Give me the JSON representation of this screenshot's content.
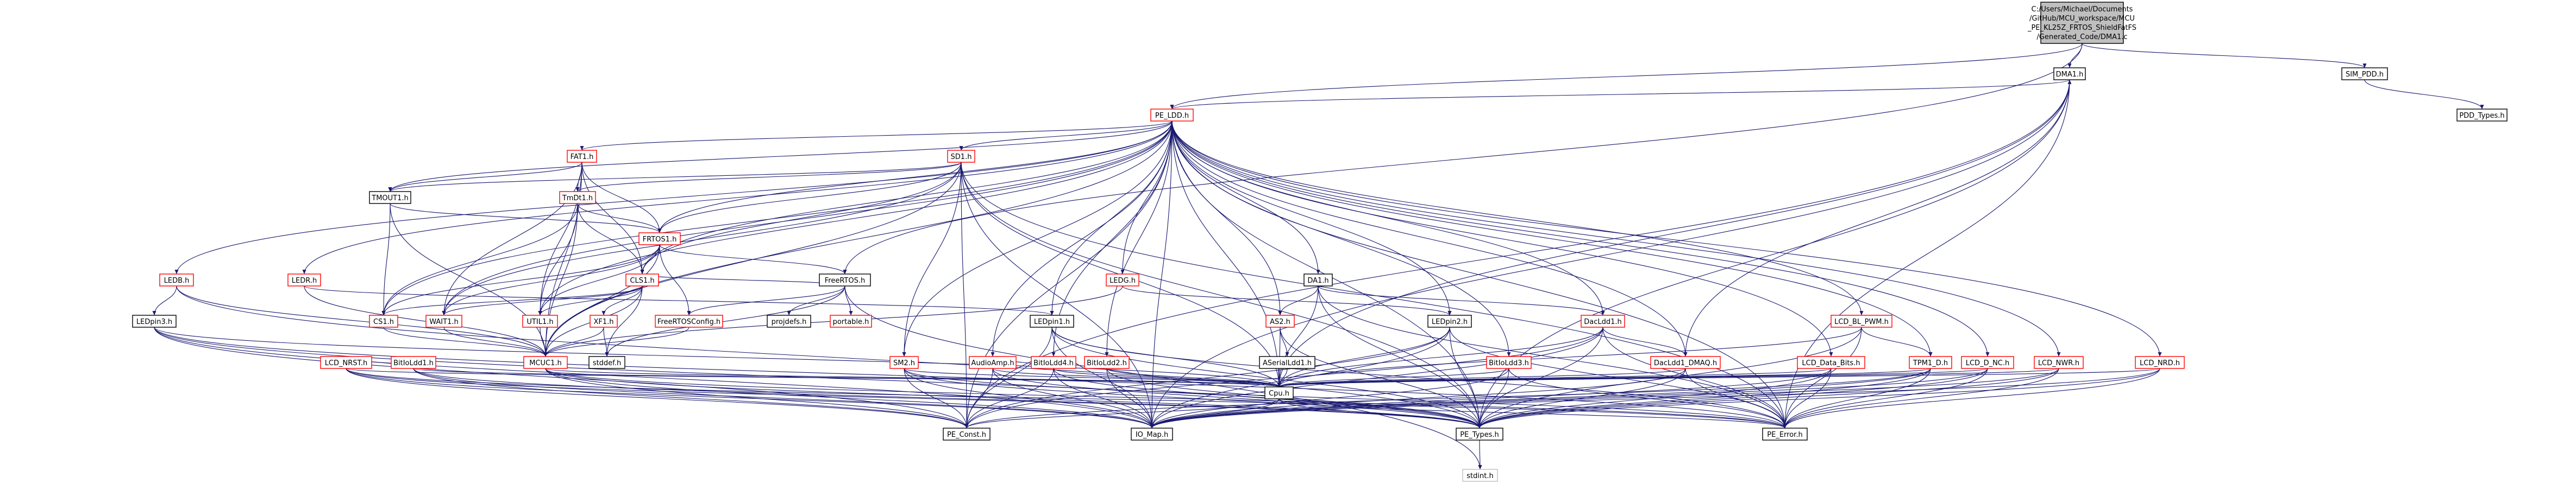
{
  "graph": {
    "root_path": [
      "C:/Users/Michael/Documents",
      "/GitHub/MCU_workspace/MCU",
      "_PE_KL25Z_FRTOS_ShieldFatFS",
      "/Generated_Code/DMA1.c"
    ],
    "colors": {
      "edge": "#191970",
      "root_fill": "#bfbfbf",
      "documented_border": "#ff0000",
      "plain_border": "#000000",
      "external_border": "#bfbfbf"
    },
    "nodes": {
      "dma1": "DMA1.h",
      "pe_ldd": "PE_LDD.h",
      "sim_pdd": "SIM_PDD.h",
      "pdd_types": "PDD_Types.h",
      "fat1": "FAT1.h",
      "sd1": "SD1.h",
      "tmout1": "TMOUT1.h",
      "tmout1b": "TmDt1.h",
      "frtos1": "FRTOS1.h",
      "cls1": "CLS1.h",
      "freertos": "FreeRTOS.h",
      "projdefs": "projdefs.h",
      "portable": "portable.h",
      "freertosconfig": "FreeRTOSConfig.h",
      "xf1": "XF1.h",
      "utils": "UTIL1.h",
      "cs1": "CS1.h",
      "wait1": "WAIT1.h",
      "mcuc1": "MCUC1.h",
      "stddef": "stddef.h",
      "led_r": "LEDR.h",
      "ledb": "LEDB.h",
      "ledg": "LEDG.h",
      "ledpin3": "LEDpin3.h",
      "ledpin1": "LEDpin1.h",
      "ledpin2": "LEDpin2.h",
      "lcd_nrst": "LCD_NRST.h",
      "bitioldd1": "BitIoLdd1.h",
      "bitioldd2": "BitIoLdd2.h",
      "bitioldd3": "BitIoLdd3.h",
      "sm2": "SM2.h",
      "audioamp": "AudioAmp.h",
      "bitioldd4": "BitIoLdd4.h",
      "as2": "AS2.h",
      "dac": "DA1.h",
      "dacldd1": "DacLdd1.h",
      "dacldd1_dmaq": "DacLdd1_DMAQ.h",
      "aserialldd1": "ASerialLdd1.h",
      "lcd_bl_pwm": "LCD_BL_PWM.h",
      "lcd_data_bits": "LCD_Data_Bits.h",
      "tpm1_d": "TPM1_D.h",
      "lcd_d_nc": "LCD_D_NC.h",
      "lcd_nwr": "LCD_NWR.h",
      "lcd_nrd": "LCD_NRD.h",
      "cpu": "Cpu.h",
      "pe_const": "PE_Const.h",
      "io_map": "IO_Map.h",
      "pe_types": "PE_Types.h",
      "pe_error": "PE_Error.h",
      "stdint": "stdint.h"
    }
  }
}
